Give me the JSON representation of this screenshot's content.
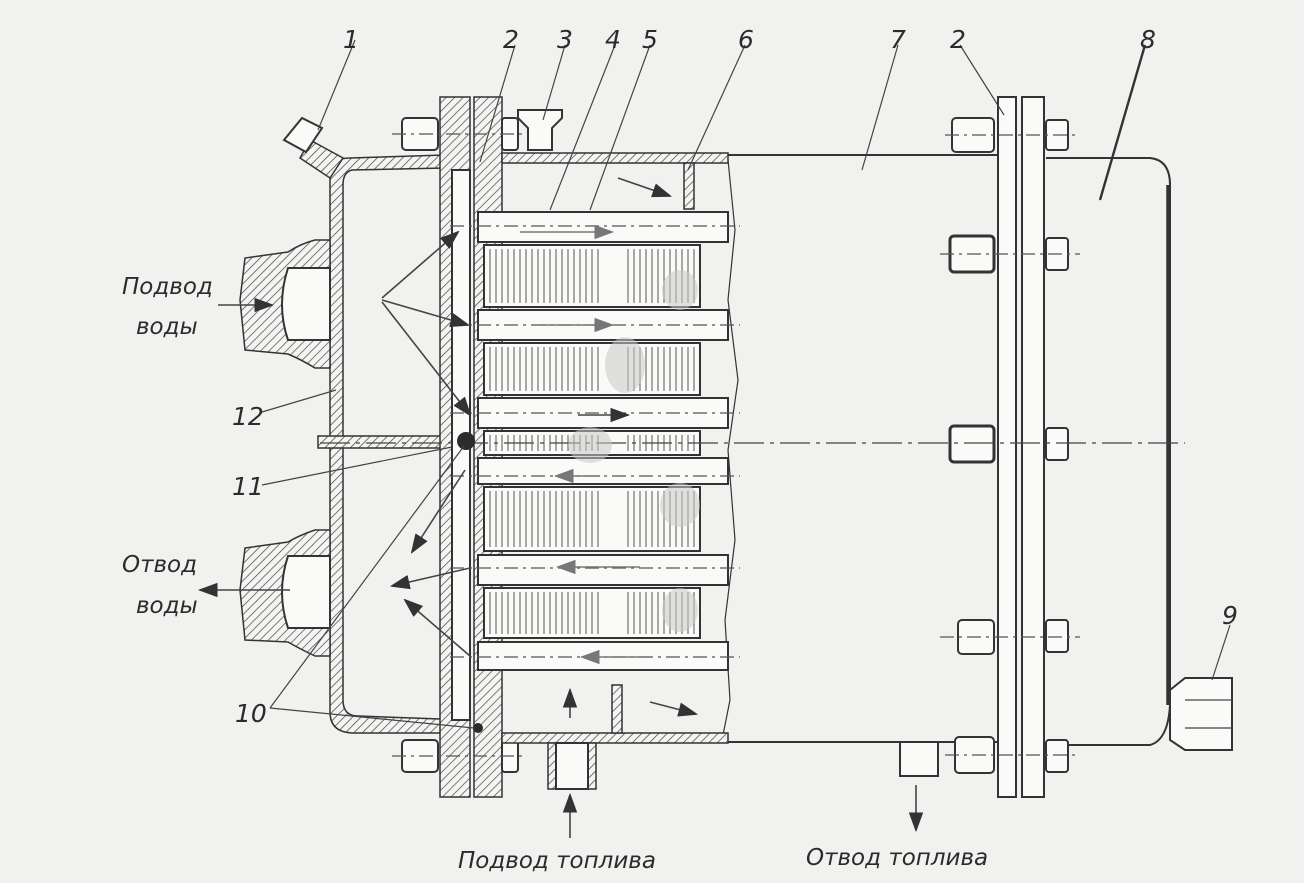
{
  "diagram": {
    "part_numbers": [
      "1",
      "2",
      "3",
      "4",
      "5",
      "6",
      "7",
      "2",
      "8",
      "9",
      "10",
      "11",
      "12"
    ],
    "captions": {
      "water_in_line1": "Подвод",
      "water_in_line2": "воды",
      "water_out_line1": "Отвод",
      "water_out_line2": "воды",
      "fuel_in": "Подвод топлива",
      "fuel_out": "Отвод топлива"
    }
  }
}
